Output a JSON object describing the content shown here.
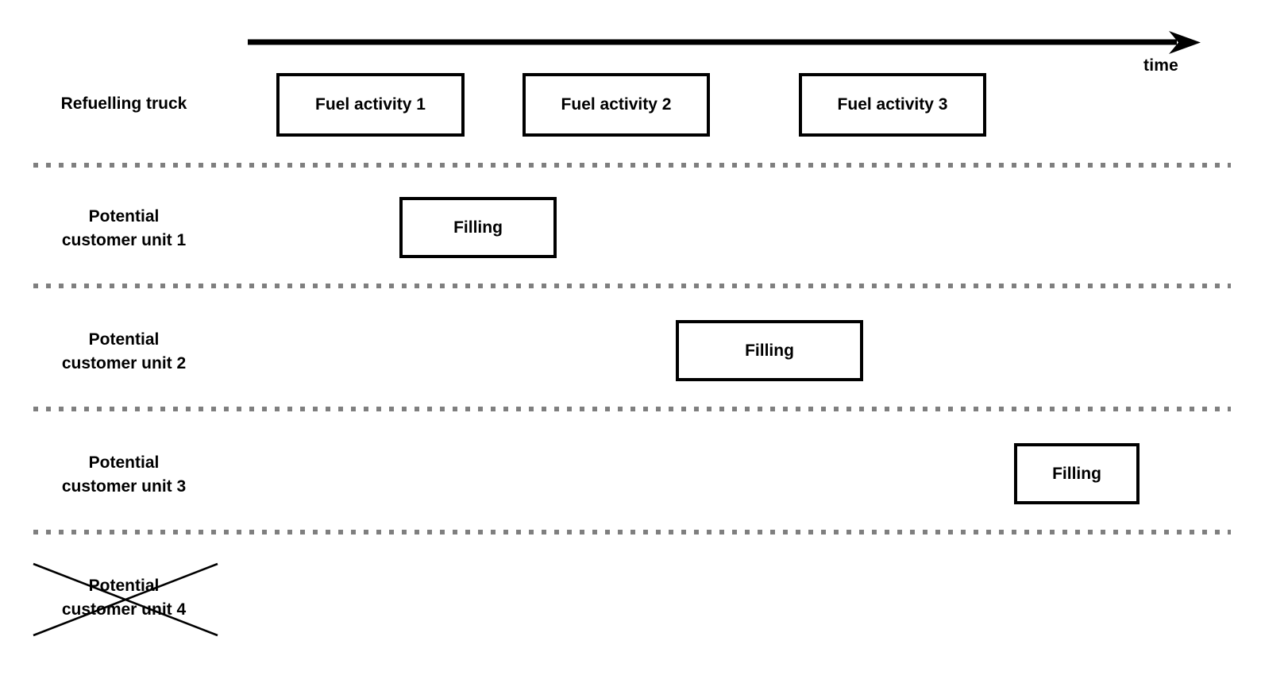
{
  "diagram": {
    "title": "",
    "axis": {
      "label": "time",
      "icon": "arrow-right-icon"
    },
    "lanes": [
      {
        "id": "refuelling-truck",
        "label": "Refuelling truck",
        "label_line1": "Refuelling truck",
        "label_line2": "",
        "cancelled": false,
        "activities": [
          {
            "id": "fuel-activity-1",
            "label": "Fuel activity 1"
          },
          {
            "id": "fuel-activity-2",
            "label": "Fuel activity 2"
          },
          {
            "id": "fuel-activity-3",
            "label": "Fuel activity 3"
          }
        ]
      },
      {
        "id": "potential-customer-unit-1",
        "label": "Potential customer unit 1",
        "label_line1": "Potential",
        "label_line2": "customer unit 1",
        "cancelled": false,
        "activities": [
          {
            "id": "filling-1",
            "label": "Filling"
          }
        ]
      },
      {
        "id": "potential-customer-unit-2",
        "label": "Potential customer unit 2",
        "label_line1": "Potential",
        "label_line2": "customer unit 2",
        "cancelled": false,
        "activities": [
          {
            "id": "filling-2",
            "label": "Filling"
          }
        ]
      },
      {
        "id": "potential-customer-unit-3",
        "label": "Potential customer unit 3",
        "label_line1": "Potential",
        "label_line2": "customer unit 3",
        "cancelled": false,
        "activities": [
          {
            "id": "filling-3",
            "label": "Filling"
          }
        ]
      },
      {
        "id": "potential-customer-unit-4",
        "label": "Potential customer unit 4",
        "label_line1": "Potential",
        "label_line2": "customer unit 4",
        "cancelled": true,
        "activities": []
      }
    ],
    "colors": {
      "stroke": "#000000",
      "box_fill": "#ffffff",
      "separator": "#7f7f7f",
      "background": "#ffffff"
    }
  }
}
